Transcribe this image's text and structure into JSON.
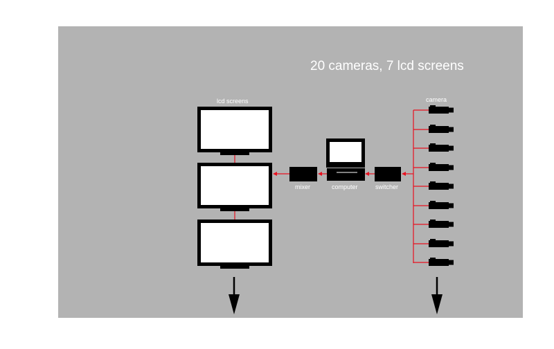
{
  "title": "20 cameras, 7 lcd screens",
  "labels": {
    "lcd": "lcd screens",
    "camera": "camera",
    "mixer": "mixer",
    "computer": "computer",
    "switcher": "switcher"
  },
  "counts": {
    "screens_shown": 3,
    "cameras_shown": 9
  },
  "colors": {
    "panel": "#b3b3b3",
    "wire": "#e8101e",
    "device": "#000000",
    "text": "#ffffff"
  }
}
